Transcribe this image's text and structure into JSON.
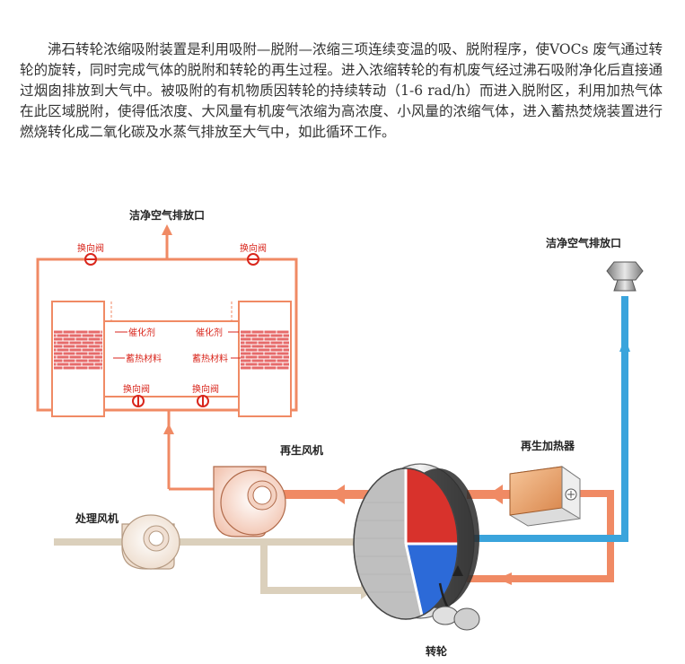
{
  "description": "沸石转轮浓缩吸附装置是利用吸附—脱附—浓缩三项连续变温的吸、脱附程序，使VOCs 废气通过转轮的旋转，同时完成气体的脱附和转轮的再生过程。进入浓缩转轮的有机废气经过沸石吸附净化后直接通过烟囱排放到大气中。被吸附的有机物质因转轮的持续转动（1-6 rad/h）而进入脱附区，利用加热气体在此区域脱附，使得低浓度、大风量有机废气浓缩为高浓度、小风量的浓缩气体，进入蓄热焚烧装置进行燃烧转化成二氧化碳及水蒸气排放至大气中，如此循环工作。",
  "diagram": {
    "clean_air_outlet_top": "洁净空气排放口",
    "clean_air_outlet_right": "洁净空气排放口",
    "valve_label": "换向阀",
    "catalyst_label": "催化剂",
    "heat_storage_label": "蓄热材料",
    "regen_fan_label": "再生风机",
    "regen_heater_label": "再生加热器",
    "process_fan_label": "处理风机",
    "rotor_label": "转轮"
  },
  "colors": {
    "hot_pipe": "#f08a64",
    "cold_pipe": "#dbd0bc",
    "clean_pipe": "#3aa4dc",
    "brick": "#e05a5a",
    "wheel_red": "#d8322c",
    "wheel_blue": "#2c6ad8",
    "label_red": "#d9261c"
  }
}
